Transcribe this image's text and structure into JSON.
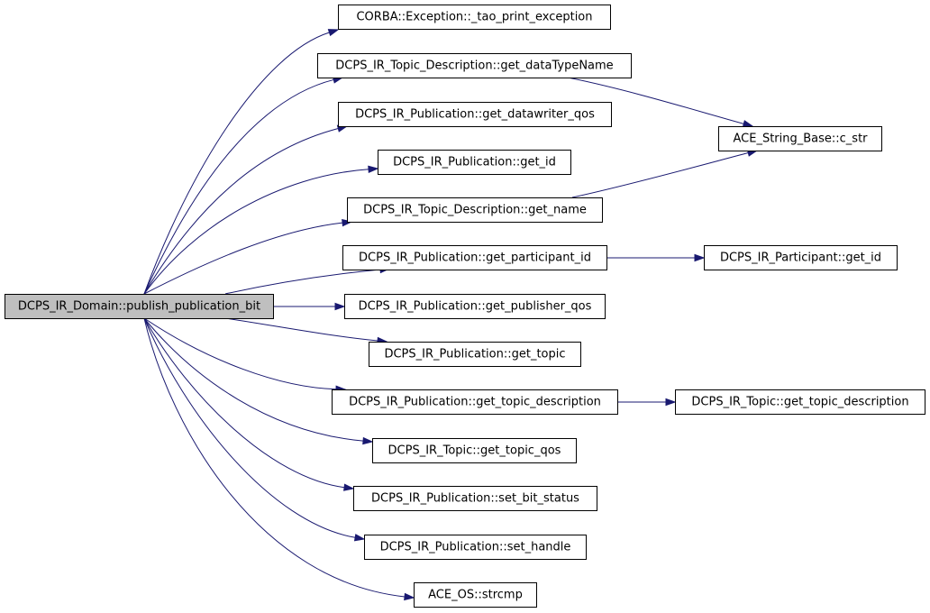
{
  "diagram": {
    "root": "DCPS_IR_Domain::publish_publication_bit",
    "nodes": [
      {
        "id": "root",
        "label": "DCPS_IR_Domain::publish_publication_bit",
        "highlighted": true
      },
      {
        "id": "corba",
        "label": "CORBA::Exception::_tao_print_exception"
      },
      {
        "id": "tdtype",
        "label": "DCPS_IR_Topic_Description::get_dataTypeName"
      },
      {
        "id": "dwqos",
        "label": "DCPS_IR_Publication::get_datawriter_qos"
      },
      {
        "id": "pubid",
        "label": "DCPS_IR_Publication::get_id"
      },
      {
        "id": "tdname",
        "label": "DCPS_IR_Topic_Description::get_name"
      },
      {
        "id": "partid",
        "label": "DCPS_IR_Publication::get_participant_id"
      },
      {
        "id": "pubqos",
        "label": "DCPS_IR_Publication::get_publisher_qos"
      },
      {
        "id": "topic",
        "label": "DCPS_IR_Publication::get_topic"
      },
      {
        "id": "ptdesc",
        "label": "DCPS_IR_Publication::get_topic_description"
      },
      {
        "id": "tqos",
        "label": "DCPS_IR_Topic::get_topic_qos"
      },
      {
        "id": "bitst",
        "label": "DCPS_IR_Publication::set_bit_status"
      },
      {
        "id": "hndl",
        "label": "DCPS_IR_Publication::set_handle"
      },
      {
        "id": "strcmp",
        "label": "ACE_OS::strcmp"
      },
      {
        "id": "cstr",
        "label": "ACE_String_Base::c_str"
      },
      {
        "id": "ppid",
        "label": "DCPS_IR_Participant::get_id"
      },
      {
        "id": "ttdesc",
        "label": "DCPS_IR_Topic::get_topic_description"
      }
    ],
    "edges": [
      {
        "from": "root",
        "to": "corba"
      },
      {
        "from": "root",
        "to": "tdtype"
      },
      {
        "from": "root",
        "to": "dwqos"
      },
      {
        "from": "root",
        "to": "pubid"
      },
      {
        "from": "root",
        "to": "tdname"
      },
      {
        "from": "root",
        "to": "partid"
      },
      {
        "from": "root",
        "to": "pubqos"
      },
      {
        "from": "root",
        "to": "topic"
      },
      {
        "from": "root",
        "to": "ptdesc"
      },
      {
        "from": "root",
        "to": "tqos"
      },
      {
        "from": "root",
        "to": "bitst"
      },
      {
        "from": "root",
        "to": "hndl"
      },
      {
        "from": "root",
        "to": "strcmp"
      },
      {
        "from": "tdtype",
        "to": "cstr"
      },
      {
        "from": "tdname",
        "to": "cstr"
      },
      {
        "from": "partid",
        "to": "ppid"
      },
      {
        "from": "ptdesc",
        "to": "ttdesc"
      }
    ],
    "colors": {
      "edge": "#191970",
      "node_border": "#000000",
      "node_fill": "#ffffff",
      "root_fill": "#bfbfbf"
    }
  }
}
